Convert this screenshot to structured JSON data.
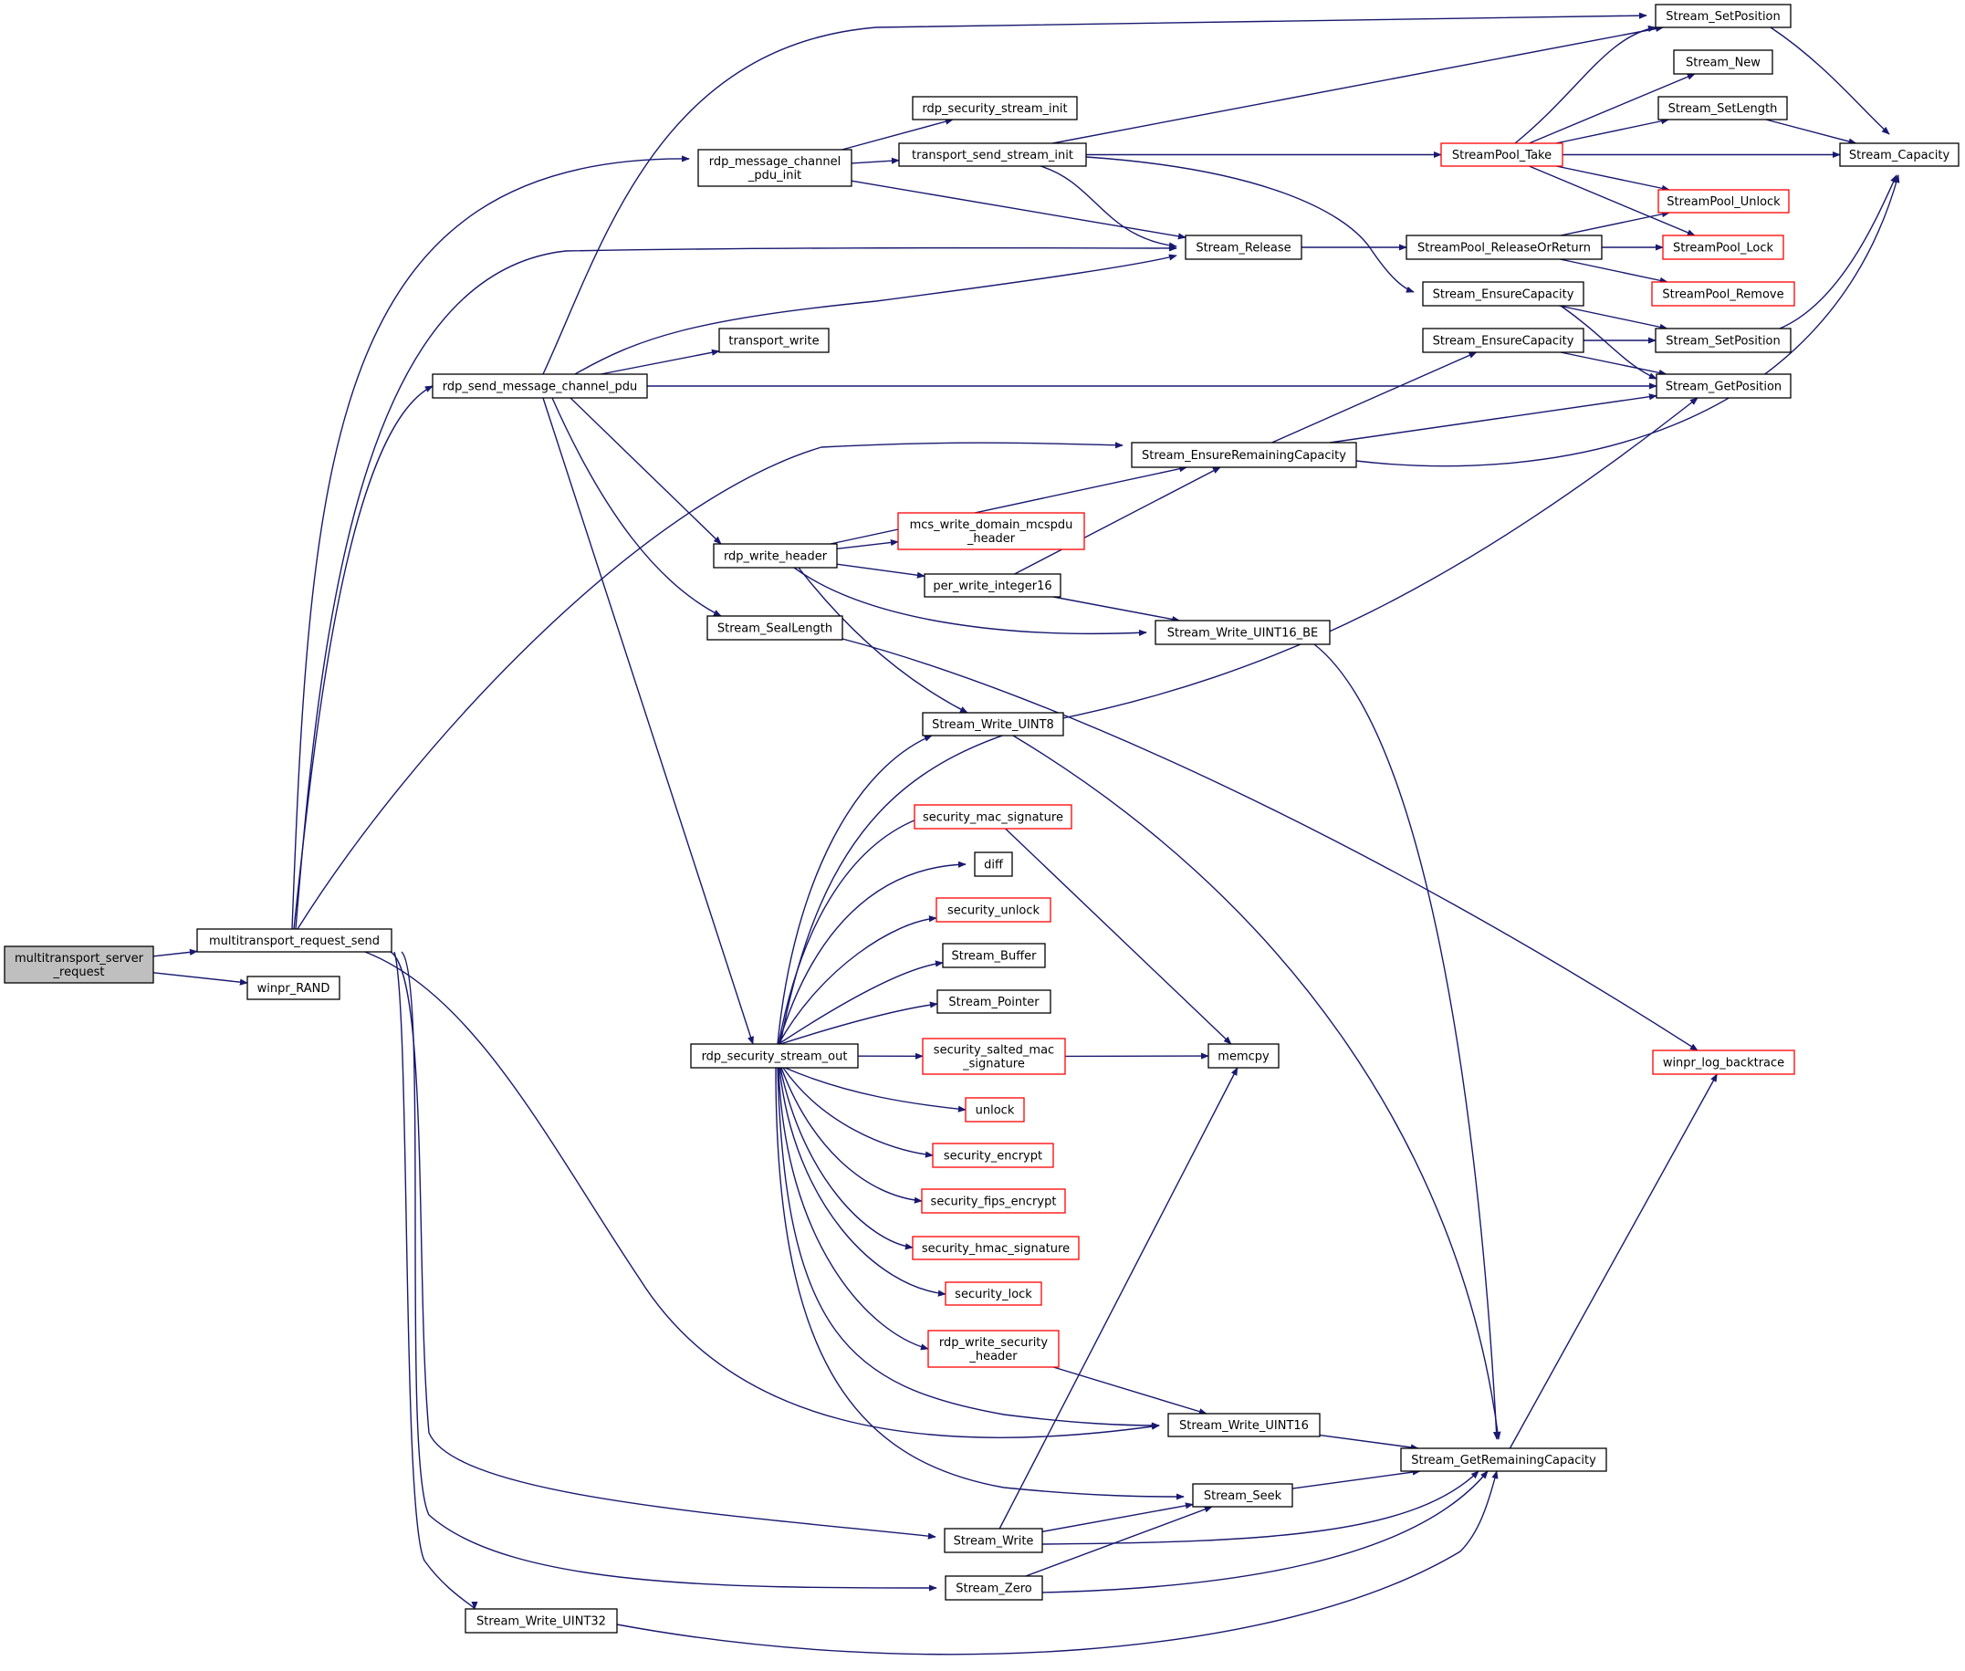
{
  "diagram": {
    "type": "call-graph",
    "colors": {
      "edge": "#191970",
      "node_border_default": "#000000",
      "node_border_external": "#ff0000",
      "node_fill_default": "#ffffff",
      "node_fill_root": "#bfbfbf",
      "text": "#000000"
    },
    "nodes": [
      {
        "id": "n0",
        "lines": [
          "multitransport_server",
          "_request"
        ],
        "style": "root"
      },
      {
        "id": "n1",
        "lines": [
          "multitransport_request_send"
        ],
        "style": "normal"
      },
      {
        "id": "n2",
        "lines": [
          "winpr_RAND"
        ],
        "style": "normal"
      },
      {
        "id": "n3",
        "lines": [
          "rdp_message_channel",
          "_pdu_init"
        ],
        "style": "normal"
      },
      {
        "id": "n4",
        "lines": [
          "rdp_send_message_channel_pdu"
        ],
        "style": "normal"
      },
      {
        "id": "n5",
        "lines": [
          "Stream_Write_UINT32"
        ],
        "style": "normal"
      },
      {
        "id": "n6",
        "lines": [
          "rdp_security_stream_init"
        ],
        "style": "normal"
      },
      {
        "id": "n7",
        "lines": [
          "transport_send_stream_init"
        ],
        "style": "normal"
      },
      {
        "id": "n8",
        "lines": [
          "transport_write"
        ],
        "style": "normal"
      },
      {
        "id": "n9",
        "lines": [
          "rdp_write_header"
        ],
        "style": "normal"
      },
      {
        "id": "n10",
        "lines": [
          "Stream_SealLength"
        ],
        "style": "normal"
      },
      {
        "id": "n11",
        "lines": [
          "rdp_security_stream_out"
        ],
        "style": "normal"
      },
      {
        "id": "n12",
        "lines": [
          "mcs_write_domain_mcspdu",
          "_header"
        ],
        "style": "external"
      },
      {
        "id": "n13",
        "lines": [
          "per_write_integer16"
        ],
        "style": "normal"
      },
      {
        "id": "n14",
        "lines": [
          "Stream_Write_UINT8"
        ],
        "style": "normal"
      },
      {
        "id": "n15",
        "lines": [
          "security_mac_signature"
        ],
        "style": "external"
      },
      {
        "id": "n16",
        "lines": [
          "diff"
        ],
        "style": "normal"
      },
      {
        "id": "n17",
        "lines": [
          "security_unlock"
        ],
        "style": "external"
      },
      {
        "id": "n18",
        "lines": [
          "Stream_Buffer"
        ],
        "style": "normal"
      },
      {
        "id": "n19",
        "lines": [
          "Stream_Pointer"
        ],
        "style": "normal"
      },
      {
        "id": "n20",
        "lines": [
          "security_salted_mac",
          "_signature"
        ],
        "style": "external"
      },
      {
        "id": "n21",
        "lines": [
          "unlock"
        ],
        "style": "external"
      },
      {
        "id": "n22",
        "lines": [
          "security_encrypt"
        ],
        "style": "external"
      },
      {
        "id": "n23",
        "lines": [
          "security_fips_encrypt"
        ],
        "style": "external"
      },
      {
        "id": "n24",
        "lines": [
          "security_hmac_signature"
        ],
        "style": "external"
      },
      {
        "id": "n25",
        "lines": [
          "security_lock"
        ],
        "style": "external"
      },
      {
        "id": "n26",
        "lines": [
          "rdp_write_security",
          "_header"
        ],
        "style": "external"
      },
      {
        "id": "n27",
        "lines": [
          "Stream_Write"
        ],
        "style": "normal"
      },
      {
        "id": "n28",
        "lines": [
          "Stream_Zero"
        ],
        "style": "normal"
      },
      {
        "id": "n29",
        "lines": [
          "Stream_Release"
        ],
        "style": "normal"
      },
      {
        "id": "n30",
        "lines": [
          "Stream_EnsureRemainingCapacity"
        ],
        "style": "normal"
      },
      {
        "id": "n31",
        "lines": [
          "Stream_Write_UINT16_BE"
        ],
        "style": "normal"
      },
      {
        "id": "n32",
        "lines": [
          "memcpy"
        ],
        "style": "normal"
      },
      {
        "id": "n33",
        "lines": [
          "Stream_Write_UINT16"
        ],
        "style": "normal"
      },
      {
        "id": "n34",
        "lines": [
          "Stream_Seek"
        ],
        "style": "normal"
      },
      {
        "id": "n35",
        "lines": [
          "StreamPool_Take"
        ],
        "style": "external"
      },
      {
        "id": "n36",
        "lines": [
          "StreamPool_ReleaseOrReturn"
        ],
        "style": "normal"
      },
      {
        "id": "n37",
        "lines": [
          "Stream_EnsureCapacity"
        ],
        "style": "normal"
      },
      {
        "id": "n38",
        "lines": [
          "Stream_EnsureCapacity"
        ],
        "style": "normal"
      },
      {
        "id": "n39",
        "lines": [
          "Stream_GetRemainingCapacity"
        ],
        "style": "normal"
      },
      {
        "id": "n40",
        "lines": [
          "Stream_SetPosition"
        ],
        "style": "normal"
      },
      {
        "id": "n41",
        "lines": [
          "Stream_New"
        ],
        "style": "normal"
      },
      {
        "id": "n42",
        "lines": [
          "Stream_SetLength"
        ],
        "style": "normal"
      },
      {
        "id": "n43",
        "lines": [
          "StreamPool_Unlock"
        ],
        "style": "external"
      },
      {
        "id": "n44",
        "lines": [
          "StreamPool_Lock"
        ],
        "style": "external"
      },
      {
        "id": "n45",
        "lines": [
          "StreamPool_Remove"
        ],
        "style": "external"
      },
      {
        "id": "n46",
        "lines": [
          "Stream_SetPosition"
        ],
        "style": "normal"
      },
      {
        "id": "n47",
        "lines": [
          "Stream_GetPosition"
        ],
        "style": "normal"
      },
      {
        "id": "n48",
        "lines": [
          "winpr_log_backtrace"
        ],
        "style": "external"
      },
      {
        "id": "n49",
        "lines": [
          "Stream_Capacity"
        ],
        "style": "normal"
      }
    ],
    "edges": [
      [
        "n0",
        "n1"
      ],
      [
        "n0",
        "n2"
      ],
      [
        "n1",
        "n3"
      ],
      [
        "n1",
        "n4"
      ],
      [
        "n1",
        "n29"
      ],
      [
        "n1",
        "n30"
      ],
      [
        "n1",
        "n33"
      ],
      [
        "n1",
        "n27"
      ],
      [
        "n1",
        "n28"
      ],
      [
        "n1",
        "n5"
      ],
      [
        "n3",
        "n6"
      ],
      [
        "n3",
        "n7"
      ],
      [
        "n3",
        "n29"
      ],
      [
        "n7",
        "n40"
      ],
      [
        "n7",
        "n35"
      ],
      [
        "n7",
        "n29"
      ],
      [
        "n7",
        "n37"
      ],
      [
        "n4",
        "n40"
      ],
      [
        "n4",
        "n29"
      ],
      [
        "n4",
        "n8"
      ],
      [
        "n4",
        "n47"
      ],
      [
        "n4",
        "n9"
      ],
      [
        "n4",
        "n10"
      ],
      [
        "n4",
        "n11"
      ],
      [
        "n9",
        "n30"
      ],
      [
        "n9",
        "n12"
      ],
      [
        "n9",
        "n13"
      ],
      [
        "n9",
        "n31"
      ],
      [
        "n9",
        "n14"
      ],
      [
        "n13",
        "n30"
      ],
      [
        "n13",
        "n31"
      ],
      [
        "n10",
        "n48"
      ],
      [
        "n11",
        "n47"
      ],
      [
        "n11",
        "n14"
      ],
      [
        "n11",
        "n15"
      ],
      [
        "n11",
        "n16"
      ],
      [
        "n11",
        "n17"
      ],
      [
        "n11",
        "n18"
      ],
      [
        "n11",
        "n19"
      ],
      [
        "n11",
        "n20"
      ],
      [
        "n11",
        "n21"
      ],
      [
        "n11",
        "n22"
      ],
      [
        "n11",
        "n23"
      ],
      [
        "n11",
        "n24"
      ],
      [
        "n11",
        "n25"
      ],
      [
        "n11",
        "n26"
      ],
      [
        "n11",
        "n33"
      ],
      [
        "n11",
        "n34"
      ],
      [
        "n15",
        "n32"
      ],
      [
        "n20",
        "n32"
      ],
      [
        "n26",
        "n33"
      ],
      [
        "n14",
        "n39"
      ],
      [
        "n31",
        "n39"
      ],
      [
        "n33",
        "n39"
      ],
      [
        "n34",
        "n39"
      ],
      [
        "n27",
        "n32"
      ],
      [
        "n27",
        "n34"
      ],
      [
        "n27",
        "n39"
      ],
      [
        "n28",
        "n34"
      ],
      [
        "n28",
        "n39"
      ],
      [
        "n5",
        "n39"
      ],
      [
        "n39",
        "n48"
      ],
      [
        "n29",
        "n36"
      ],
      [
        "n36",
        "n43"
      ],
      [
        "n36",
        "n44"
      ],
      [
        "n36",
        "n45"
      ],
      [
        "n35",
        "n40"
      ],
      [
        "n35",
        "n41"
      ],
      [
        "n35",
        "n42"
      ],
      [
        "n35",
        "n49"
      ],
      [
        "n35",
        "n43"
      ],
      [
        "n35",
        "n44"
      ],
      [
        "n40",
        "n49"
      ],
      [
        "n42",
        "n49"
      ],
      [
        "n37",
        "n46"
      ],
      [
        "n37",
        "n47"
      ],
      [
        "n38",
        "n46"
      ],
      [
        "n38",
        "n47"
      ],
      [
        "n46",
        "n49"
      ],
      [
        "n30",
        "n38"
      ],
      [
        "n30",
        "n47"
      ],
      [
        "n30",
        "n49"
      ]
    ]
  }
}
